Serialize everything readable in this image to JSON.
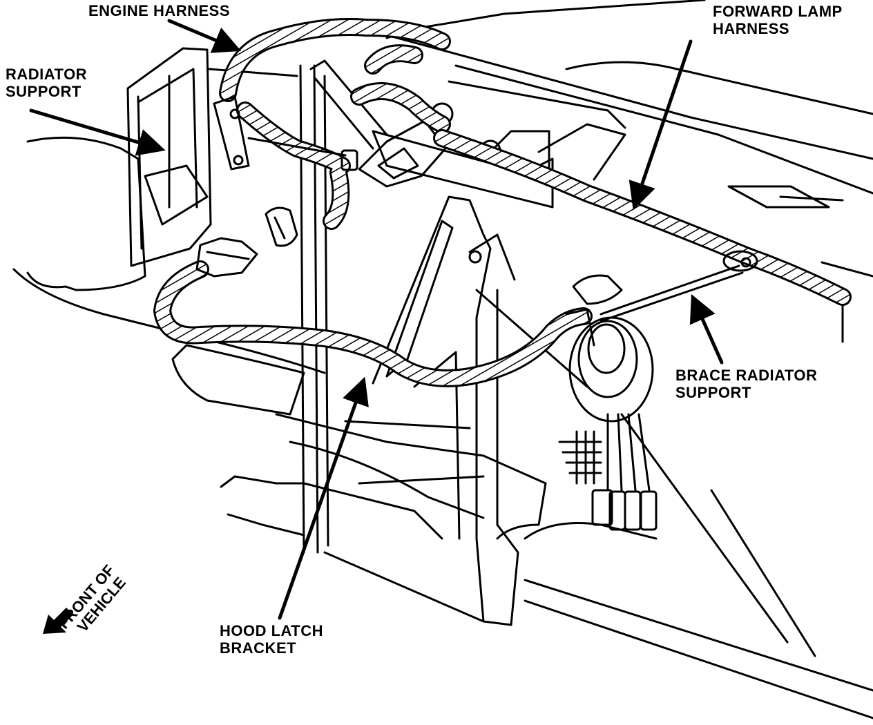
{
  "labels": {
    "engine_harness": "ENGINE HARNESS",
    "radiator_support": [
      "RADIATOR",
      "SUPPORT"
    ],
    "forward_lamp_harness": [
      "FORWARD LAMP",
      "HARNESS"
    ],
    "brace_radiator_support": [
      "BRACE RADIATOR",
      "SUPPORT"
    ],
    "hood_latch_bracket": [
      "HOOD LATCH",
      "BRACKET"
    ],
    "front_of_vehicle": [
      "FRONT OF",
      "VEHICLE"
    ]
  },
  "colors": {
    "ink": "#000000",
    "paper": "#ffffff"
  }
}
